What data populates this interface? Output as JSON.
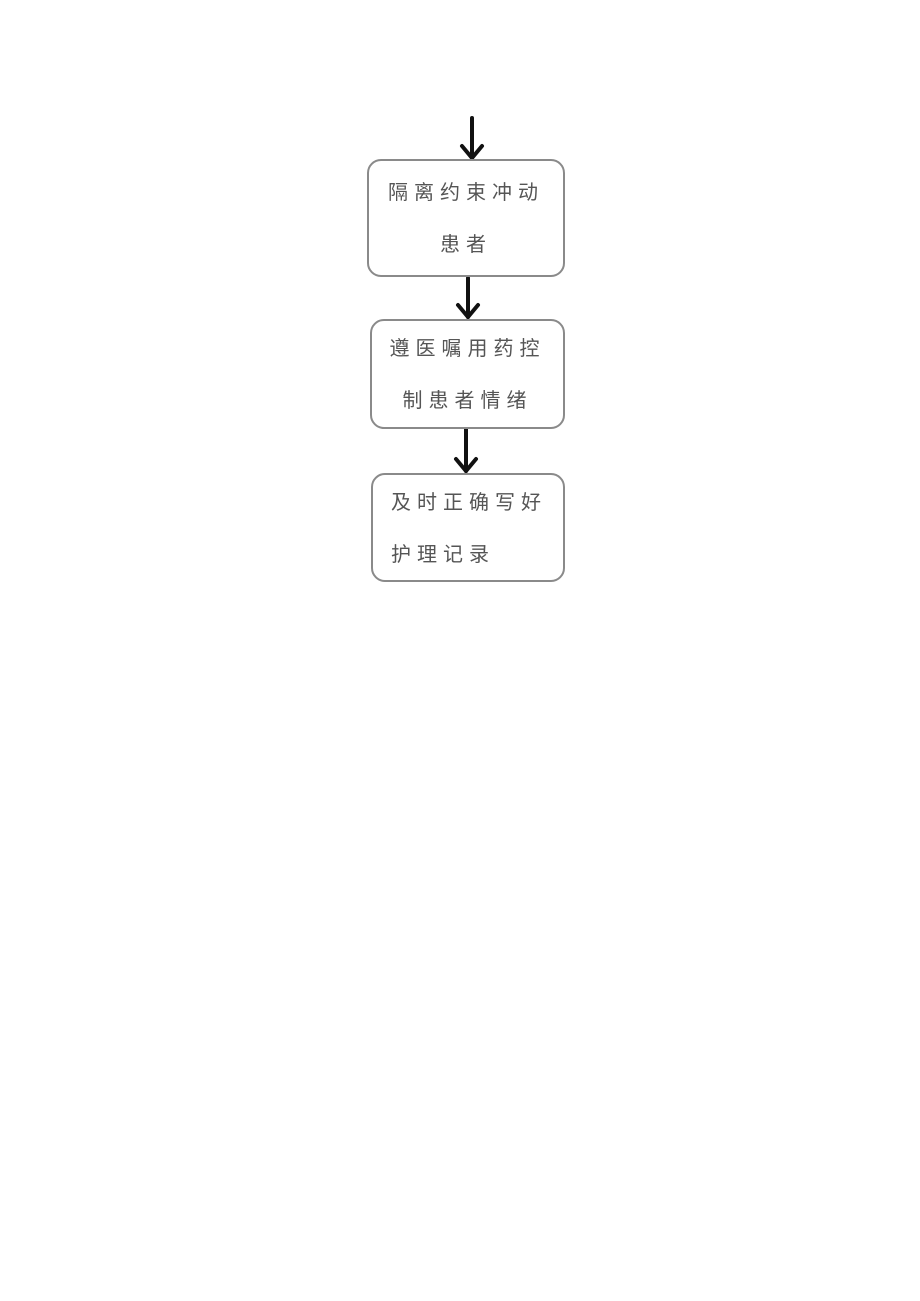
{
  "flowchart": {
    "nodes": [
      {
        "id": "n1",
        "lines": [
          "隔离约束冲动",
          "患者"
        ]
      },
      {
        "id": "n2",
        "lines": [
          "遵医嘱用药控",
          "制患者情绪"
        ]
      },
      {
        "id": "n3",
        "lines": [
          "及时正确写好",
          "护理记录"
        ]
      }
    ],
    "edges": [
      {
        "from": "start",
        "to": "n1"
      },
      {
        "from": "n1",
        "to": "n2"
      },
      {
        "from": "n2",
        "to": "n3"
      }
    ],
    "colors": {
      "border": "#8a8a8a",
      "text": "#555555",
      "arrow": "#111111"
    }
  }
}
